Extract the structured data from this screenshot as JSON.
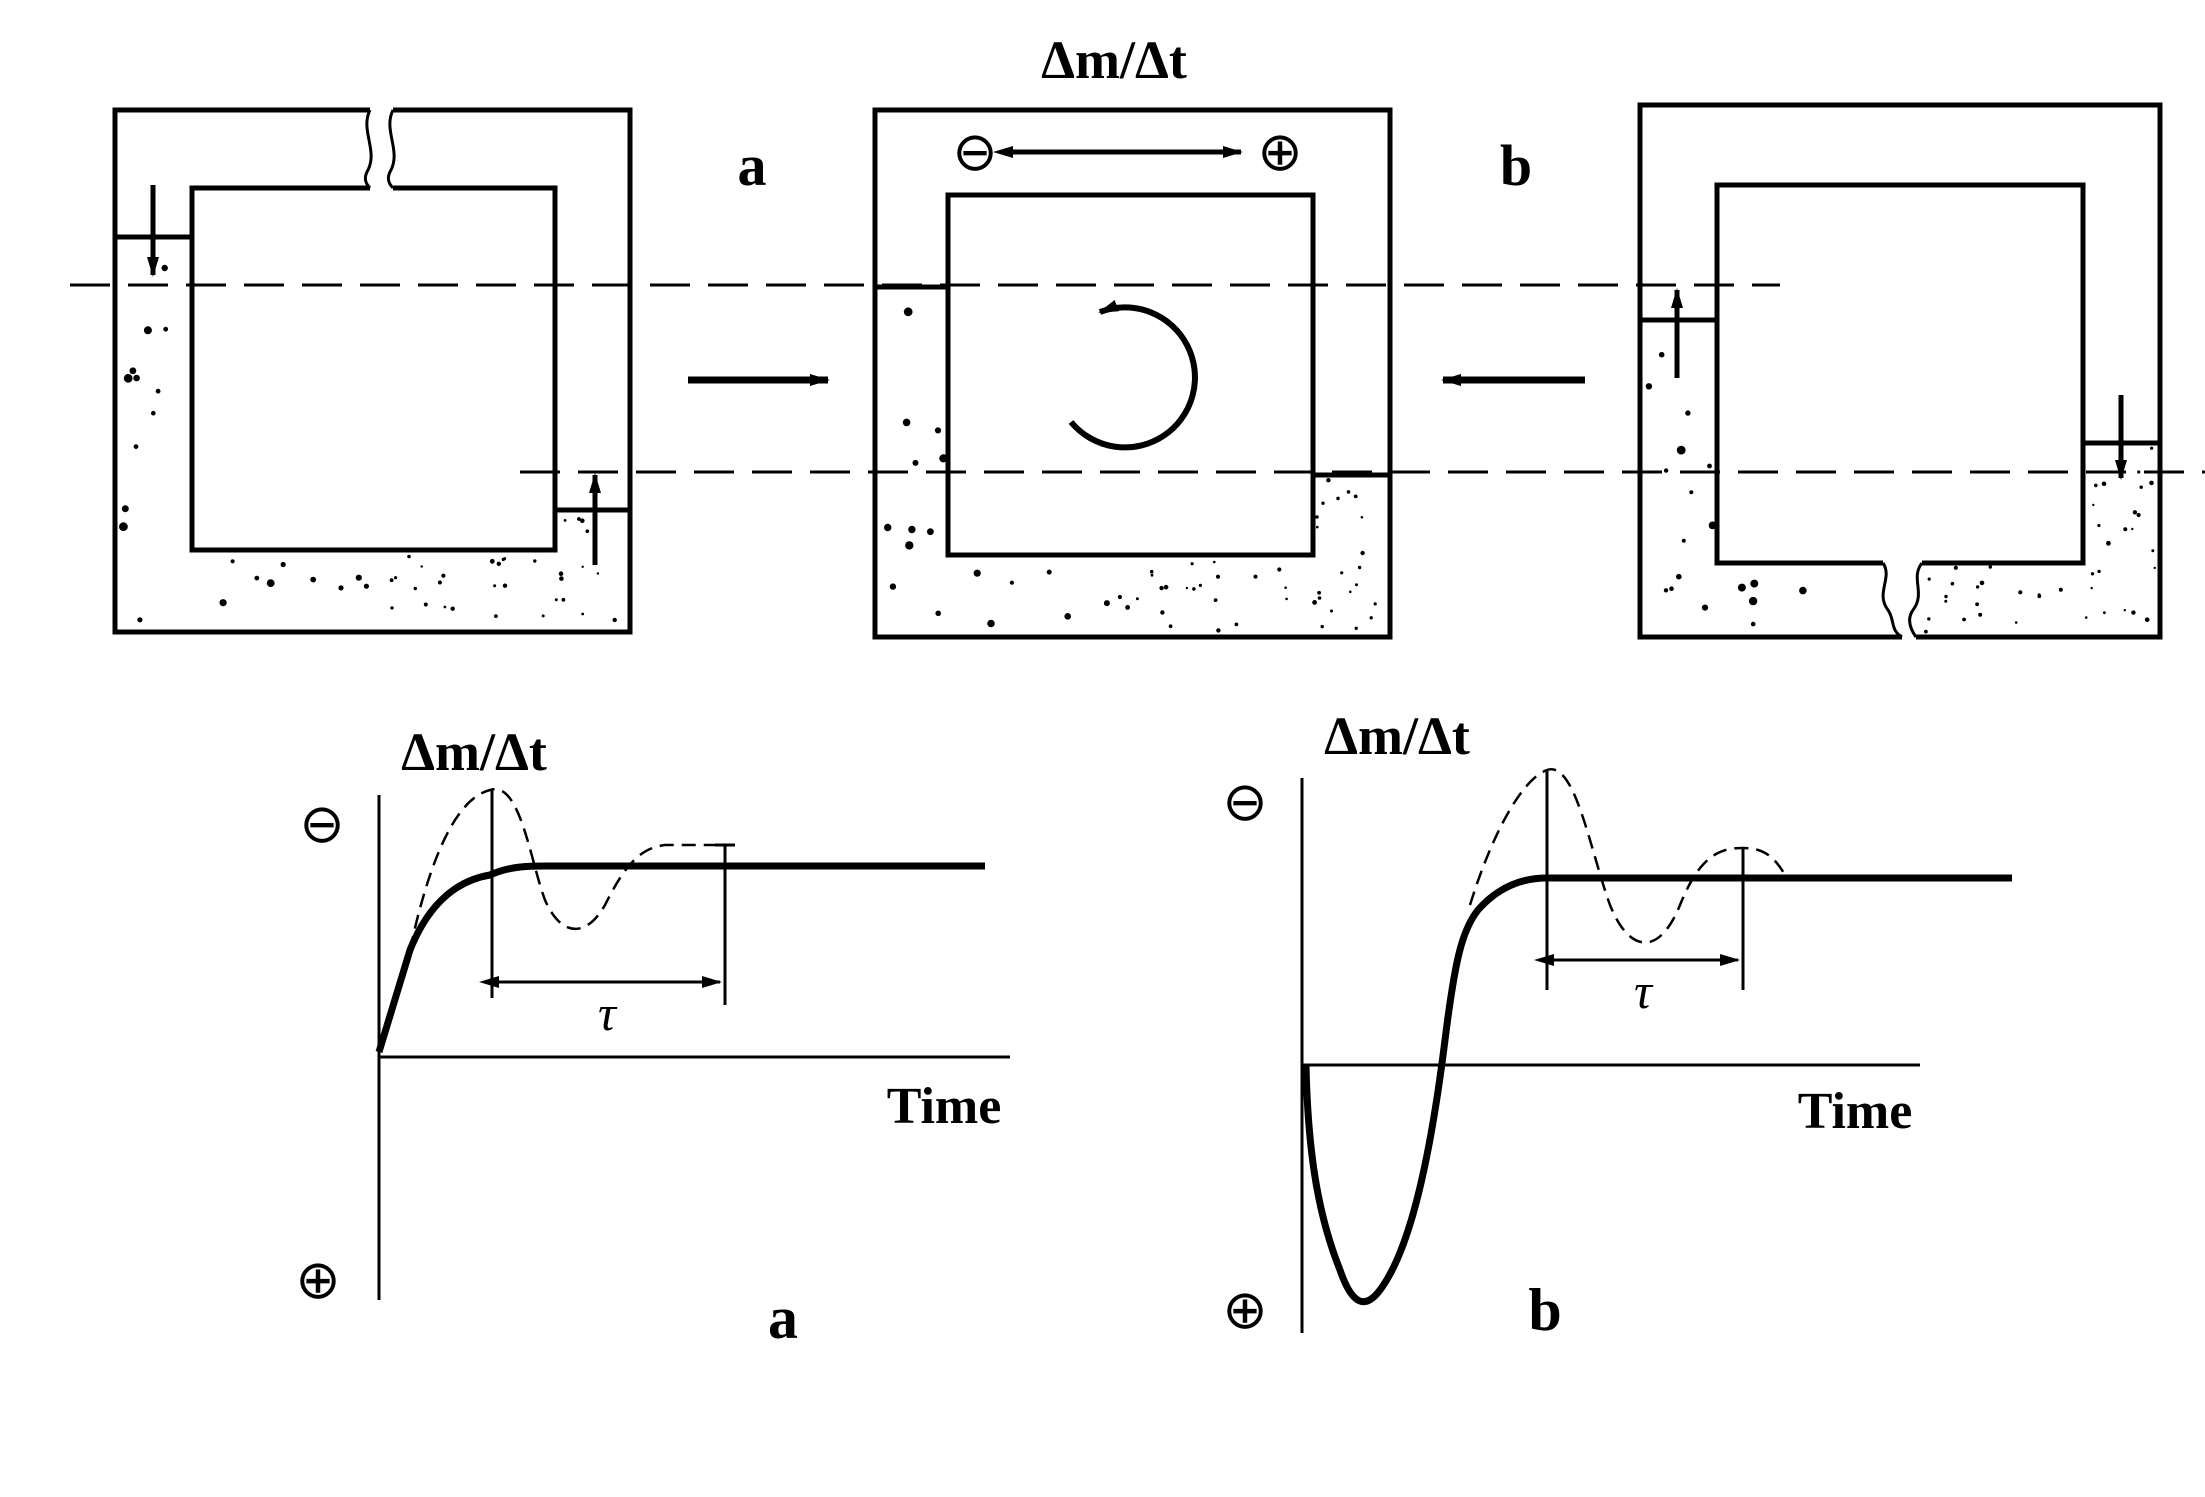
{
  "colors": {
    "ink": "#000000",
    "background": "#ffffff"
  },
  "top": {
    "rate_label": "Δm/Δt",
    "label_a": "a",
    "label_b": "b",
    "minus_symbol": "⊖",
    "plus_symbol": "⊕"
  },
  "graph_a": {
    "ylabel": "Δm/Δt",
    "xlabel": "Time",
    "minus_symbol": "⊖",
    "plus_symbol": "⊕",
    "tau": "τ",
    "caption": "a"
  },
  "graph_b": {
    "ylabel": "Δm/Δt",
    "xlabel": "Time",
    "minus_symbol": "⊖",
    "plus_symbol": "⊕",
    "tau": "τ",
    "caption": "b"
  }
}
